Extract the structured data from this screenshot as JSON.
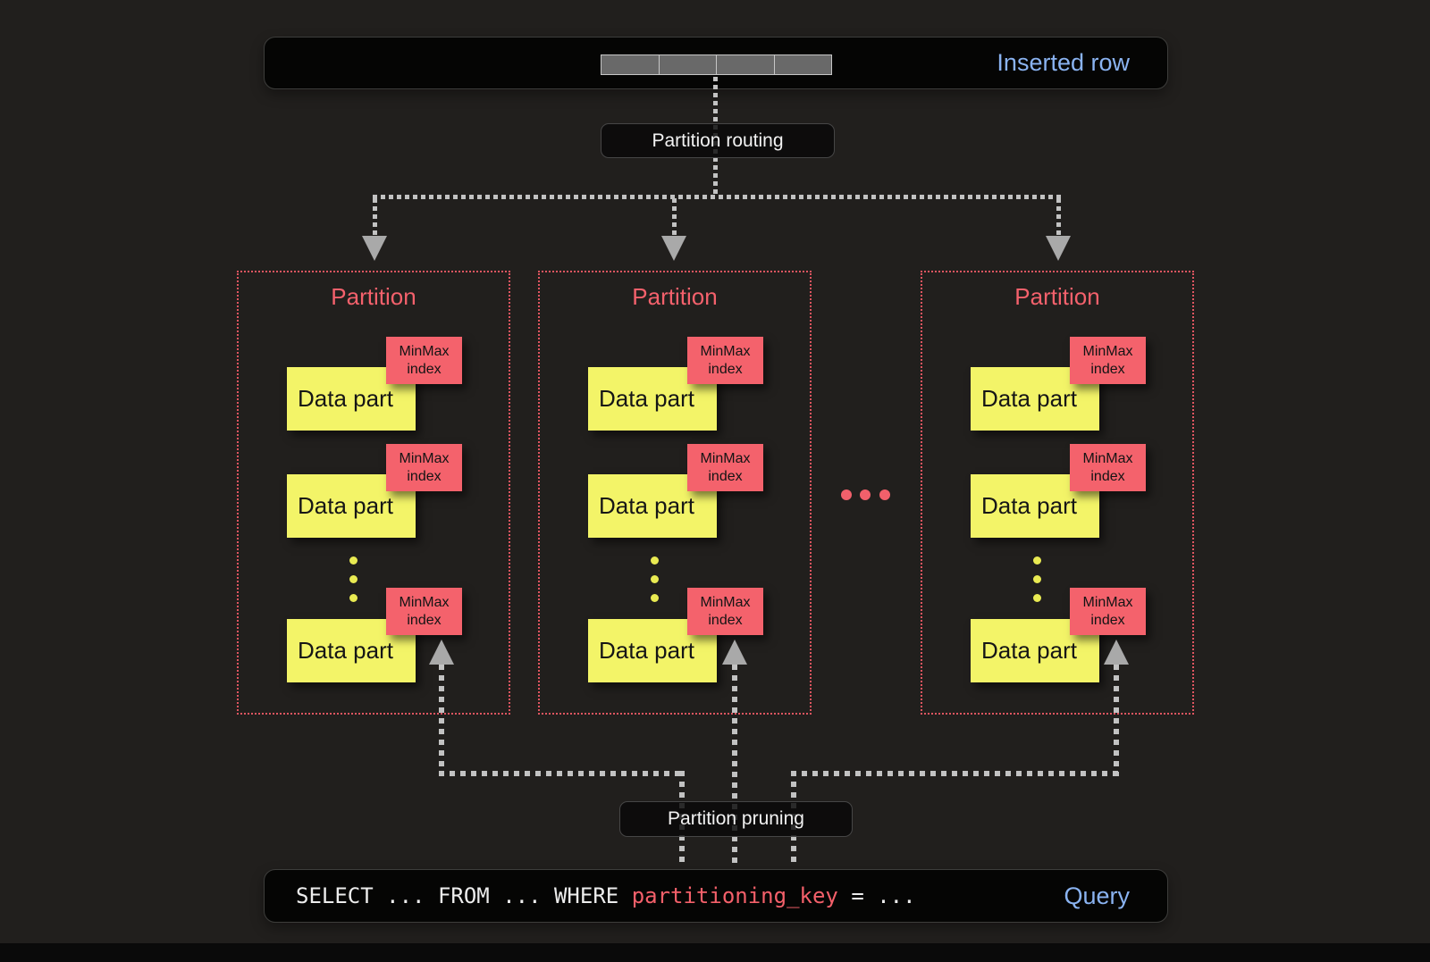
{
  "top_bar": {
    "label": "Inserted row",
    "cell_count": 4
  },
  "labels": {
    "routing": "Partition routing",
    "pruning": "Partition pruning"
  },
  "partitions": [
    {
      "title": "Partition",
      "parts": [
        {
          "name": "Data part",
          "tag": "MinMax index"
        },
        {
          "name": "Data part",
          "tag": "MinMax index"
        },
        {
          "name": "Data part",
          "tag": "MinMax index"
        }
      ]
    },
    {
      "title": "Partition",
      "parts": [
        {
          "name": "Data part",
          "tag": "MinMax index"
        },
        {
          "name": "Data part",
          "tag": "MinMax index"
        },
        {
          "name": "Data part",
          "tag": "MinMax index"
        }
      ]
    },
    {
      "title": "Partition",
      "parts": [
        {
          "name": "Data part",
          "tag": "MinMax index"
        },
        {
          "name": "Data part",
          "tag": "MinMax index"
        },
        {
          "name": "Data part",
          "tag": "MinMax index"
        }
      ]
    }
  ],
  "ellipsis_between_partitions": "...",
  "query_bar": {
    "sql_before": "SELECT ... FROM ... WHERE ",
    "sql_key": "partitioning_key",
    "sql_after": " = ...",
    "label": "Query"
  },
  "colors": {
    "background": "#211f1d",
    "accent_blue": "#8ab3f1",
    "accent_pink": "#f2606b",
    "partition_border": "#e05560",
    "data_part_yellow": "#f3f468",
    "minmax_tag_red": "#f4626c",
    "connector_gray": "#c2c2c2"
  }
}
